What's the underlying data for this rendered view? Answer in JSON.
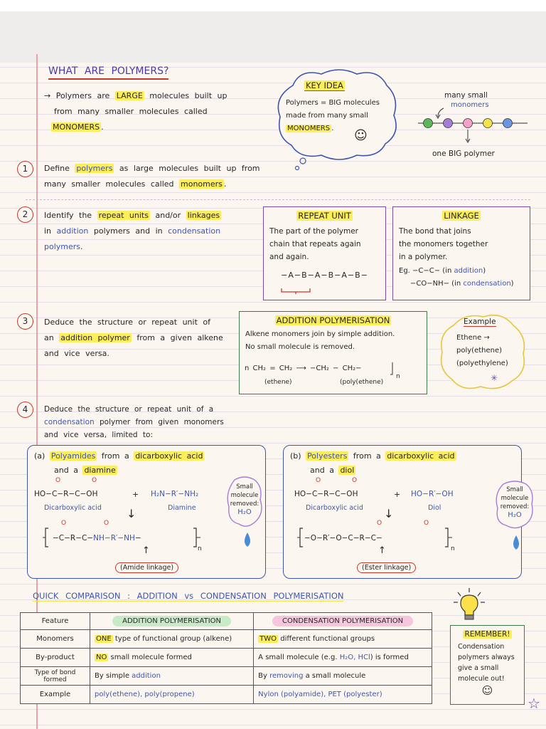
{
  "title": "WHAT ARE POLYMERS?",
  "intro": {
    "l1a": "→ Polymers are ",
    "l1b": "LARGE",
    "l1c": " molecules built up",
    "l2": "from many smaller molecules called",
    "l3": "MONOMERS",
    "l3b": "."
  },
  "key_idea": {
    "title": "KEY IDEA",
    "l1": "Polymers = BIG molecules",
    "l2": "made from many small",
    "l3": "MONOMERS",
    "l3b": ".",
    "smiley": "☺"
  },
  "diagram": {
    "top1": "many small",
    "top2": "monomers",
    "bottom": "one BIG polymer"
  },
  "p1": {
    "num": "1",
    "a": "Define ",
    "b": "polymers",
    "c": " as large molecules built up from",
    "d": "many smaller molecules called ",
    "e": "monomers",
    "f": "."
  },
  "p2": {
    "num": "2",
    "a": "Identify the ",
    "b": "repeat units",
    "c": " and/or ",
    "d": "linkages",
    "e": "in ",
    "f": "addition",
    "g": " polymers and in ",
    "h": "condensation",
    "i": "polymers",
    "j": "."
  },
  "repeat_unit": {
    "title": "REPEAT UNIT",
    "l1": "The part of the polymer",
    "l2": "chain that repeats again",
    "l3": "and again.",
    "chain": "−A−B−A−B−A−B−"
  },
  "linkage": {
    "title": "LINKAGE",
    "l1": "The bond that joins",
    "l2": "the monomers together",
    "l3": "in a polymer.",
    "eg1a": "Eg. −C−C− (in ",
    "eg1b": "addition",
    "eg1c": ")",
    "eg2a": "−CO−NH− (in ",
    "eg2b": "condensation",
    "eg2c": ")"
  },
  "p3": {
    "num": "3",
    "a": "Deduce the structure or repeat unit of",
    "b": "an ",
    "c": "addition polymer",
    "d": " from a given alkene",
    "e": "and vice versa."
  },
  "addition_box": {
    "title": "ADDITION POLYMERISATION",
    "l1": "Alkene monomers join by simple addition.",
    "l2": "No small molecule is removed.",
    "eq": "n CH₂ = CH₂  ⟶  −CH₂ − CH₂−",
    "n": "n",
    "lab1": "(ethene)",
    "lab2": "(poly(ethene)"
  },
  "example": {
    "title": "Example",
    "l1": "Ethene →",
    "l2": "poly(ethene)",
    "l3": "(polyethylene)"
  },
  "p4": {
    "num": "4",
    "a": "Deduce the structure or repeat unit of a",
    "b": "condensation",
    "c": " polymer from given monomers",
    "d": "and vice versa, limited to:"
  },
  "polyamide": {
    "a": "(a) ",
    "b": "Polyamides",
    "c": " from a ",
    "d": "dicarboxylic acid",
    "e": "and a ",
    "f": "diamine",
    "eq1": "HO−C−R−C−OH",
    "plus": "+",
    "eq2": "H₂N−R′−NH₂",
    "lab1": "Dicarboxylic acid",
    "lab2": "Diamine",
    "poly_a": "−C−R−C−",
    "poly_b": "NH−R′−NH",
    "poly_c": "−",
    "n": "n",
    "o": "O",
    "link": "(Amide linkage)",
    "cloud1": "Small",
    "cloud2": "molecule",
    "cloud3": "removed:",
    "cloud4": "H₂O"
  },
  "polyester": {
    "a": "(b) ",
    "b": "Polyesters",
    "c": " from a ",
    "d": "dicarboxylic acid",
    "e": "and a ",
    "f": "diol",
    "eq1": "HO−C−R−C−OH",
    "plus": "+",
    "eq2": "HO−R′−OH",
    "lab1": "Dicarboxylic acid",
    "lab2": "Diol",
    "poly": "−O−R′−O−C−R−C−",
    "n": "n",
    "o": "O",
    "link": "(Ester linkage)",
    "cloud1": "Small",
    "cloud2": "molecule",
    "cloud3": "removed:",
    "cloud4": "H₂O"
  },
  "quick": {
    "title": "QUICK COMPARISON : ADDITION vs CONDENSATION POLYMERISATION"
  },
  "table": {
    "headers": [
      "Feature",
      "ADDITION POLYMERISATION",
      "CONDENSATION POLYMERISATION"
    ],
    "rows": [
      {
        "f": "Monomers",
        "a_hl": "ONE",
        "a": " type of functional group (alkene)",
        "c_hl": "TWO",
        "c": " different functional groups"
      },
      {
        "f": "By-product",
        "a_hl": "NO",
        "a": " small molecule formed",
        "c_a": "A small molecule (e.g. ",
        "c_b": "H₂O, HCl",
        "c_c": ") is formed"
      },
      {
        "f": "Type of bond formed",
        "a_pre": "By simple ",
        "a_b": "addition",
        "c_pre": "By ",
        "c_b": "removing",
        "c_post": " a small molecule"
      },
      {
        "f": "Example",
        "a_b": "poly(ethene), poly(propene)",
        "c_a": "Nylon (polyamide), ",
        "c_b": "PET (polyester)"
      }
    ]
  },
  "remember": {
    "title": "REMEMBER!",
    "l1": "Condensation",
    "l2": "polymers always",
    "l3": "give a small",
    "l4": "molecule out!",
    "smiley": "☺"
  },
  "colors": {
    "blue": "#3e55ad",
    "red": "#c8372a",
    "purple": "#7a4aa8",
    "green": "#3d7a4c",
    "highlight": "#fbee5a"
  }
}
